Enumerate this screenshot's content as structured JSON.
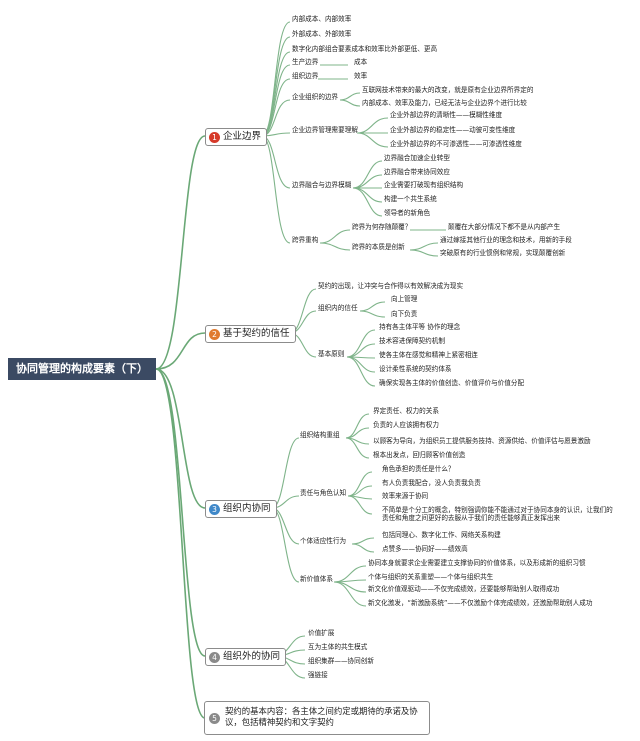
{
  "title": "协同管理的构成要素（下）",
  "colors": {
    "badge_1": "#d63a2a",
    "badge_2": "#e07a2e",
    "badge_3": "#3f88c9",
    "badge_4": "#8a8a8a",
    "badge_5": "#8a8a8a",
    "line": "#7fb48a",
    "root_bg": "#3b4a63"
  },
  "branches": [
    {
      "num": "1",
      "label": "企业边界",
      "items": [
        "内部成本、内部效率",
        "外部成本、外部效率",
        "数字化内部组合要素成本和效率比外部更低、更高",
        "生产边界",
        "成本",
        "组织边界",
        "效率",
        "企业组织的边界",
        "互联网技术带来的最大的改变，就是原有企业边界所界定的",
        "内部成本、效率及能力，已经无法与企业边界个进行比较",
        "企业边界管理需要理解",
        "企业外部边界的清晰性——模糊性维度",
        "企业外部边界的稳定性——动彼可变性维度",
        "企业外部边界的不可渗透性——可渗透性维度",
        "边界融合与边界模糊",
        "边界融合加速企业转型",
        "边界融合带来协同效应",
        "企业需要打破现有组织结构",
        "构建一个共生系统",
        "领导者的新角色",
        "跨界重构",
        "跨界为何存随颠覆？",
        "颠覆在大部分情况下都不是从内部产生",
        "跨界的本质是创新",
        "通过嫁接其他行业的理念和技术，用新的手段",
        "突破原有的行业惯例和常规，实现颠覆创新"
      ]
    },
    {
      "num": "2",
      "label": "基于契约的信任",
      "items": [
        "契约的出现，让冲突与合作得以有效解决成为现实",
        "组织内的信任",
        "向上管理",
        "向下负责",
        "基本原则",
        "持有各主体平等 协作的理念",
        "技术容进保障契约机制",
        "使各主体在感觉和精神上紧密相连",
        "设计柔性系统的契约体系",
        "确保实现各主体的价值创造、价值评价与价值分配"
      ]
    },
    {
      "num": "3",
      "label": "组织内协同",
      "items": [
        "组织结构重组",
        "界定责任、权力的关系",
        "负责的人应该拥有权力",
        "以顾客为导向，为组织员工提供服务技持、资源供给、价值评估与愿景激励",
        "根本出发点，回归顾客价值创造",
        "责任与角色认知",
        "角色承担的责任是什么？",
        "有人负责我配合，没人负责我负责",
        "效率来源于协同",
        "不简单是个分工的概念，特别强调你能不能通过对于协同本身的认识，让我们的责任和角度之间更好的去服从于我们的责任能够真正发挥出来",
        "个体适应性行为",
        "包括同理心、数字化工作、网络关系构建",
        "点赞多——协同好——绩效高",
        "新价值体系",
        "协同本身就要求企业需要建立支撑协同的价值体系，以及形成新的组织习惯",
        "个体与组织的关系重塑——个体与组织共生",
        "新文化价值观驱动——不仅完成绩效，还要能够帮助别人取得成功",
        "新文化激发，“新激励系统”——不仅激励个体完成绩效，还激励帮助别人成功"
      ]
    },
    {
      "num": "4",
      "label": "组织外的协同",
      "items": [
        "价值扩展",
        "互为主体的共生模式",
        "组织集群——协同创新",
        "强链接"
      ]
    },
    {
      "num": "5",
      "label": "契约的基本内容：各主体之间约定或期待的承诺及协议，包括精神契约和文字契约",
      "items": []
    }
  ]
}
